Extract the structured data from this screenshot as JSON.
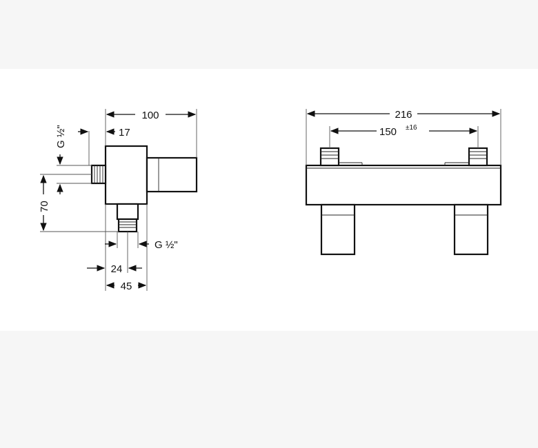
{
  "side_view": {
    "dim_width": "100",
    "dim_offset": "17",
    "dim_height": "70",
    "dim_spacing": "24",
    "dim_depth": "45",
    "thread_top": "G ½\"",
    "thread_bottom": "G ½\""
  },
  "front_view": {
    "dim_overall": "216",
    "dim_centers": "150",
    "dim_tolerance": "±16"
  }
}
